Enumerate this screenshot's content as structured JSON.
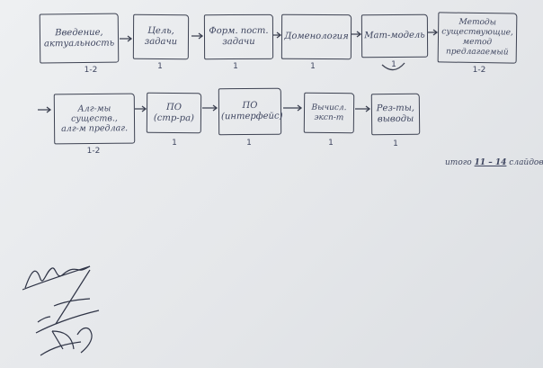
{
  "diagram": {
    "rows": [
      [
        {
          "id": "intro",
          "label": "Введение,\nактуальность",
          "count": "1-2"
        },
        {
          "id": "goals",
          "label": "Цель,\nзадачи",
          "count": "1"
        },
        {
          "id": "formal",
          "label": "Форм. пост.\nзадачи",
          "count": "1"
        },
        {
          "id": "domain",
          "label": "Доменология",
          "count": "1"
        },
        {
          "id": "math",
          "label": "Мат-модель",
          "count": "1"
        },
        {
          "id": "methods",
          "label": "Методы\nсуществующие,\nметод предлагаемый",
          "count": "1-2"
        }
      ],
      [
        {
          "id": "algorithms",
          "label": "Алг-мы\nсуществ.,\nалг-м предлаг.",
          "count": "1-2"
        },
        {
          "id": "software-struct",
          "label": "ПО\n(стр-ра)",
          "count": "1"
        },
        {
          "id": "software-iface",
          "label": "ПО\n(интерфейс)",
          "count": "1"
        },
        {
          "id": "experiment",
          "label": "Вычисл.\nэксп-т",
          "count": "1"
        },
        {
          "id": "results",
          "label": "Рез-ты,\nвыводы",
          "count": "1"
        }
      ]
    ],
    "total_note": {
      "prefix": "итого",
      "range": "11 – 14",
      "suffix": "слайдов"
    }
  },
  "icons": {
    "arrow": "arrow-right-icon",
    "signature": "signature-icon"
  },
  "colors": {
    "ink": "#3d4252",
    "paper": "#e8eaed"
  }
}
